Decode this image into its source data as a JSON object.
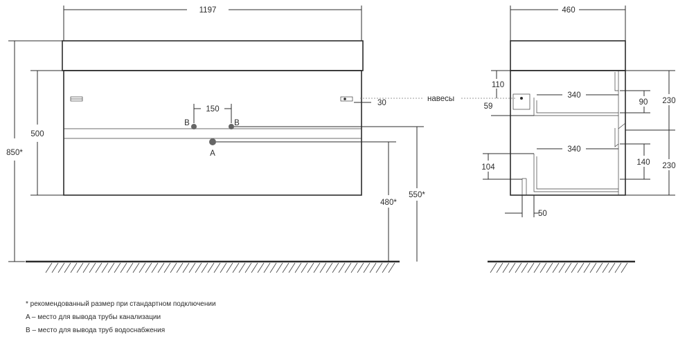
{
  "front_view": {
    "width_label": "1197",
    "total_height_label": "850*",
    "body_height_label": "500",
    "pipe_spacing_label": "150",
    "side_offset_label": "30",
    "drain_height_label": "480*",
    "water_height_label": "550*",
    "point_b_label": "B",
    "point_a_label": "A"
  },
  "side_view": {
    "depth_label": "460",
    "hinges_label": "навесы",
    "hinge_top_label": "110",
    "hinge_mid_label": "59",
    "upper_drawer_depth_label": "340",
    "lower_drawer_depth_label": "340",
    "upper_drawer_inner_height_label": "90",
    "lower_drawer_inner_height_label": "140",
    "upper_front_height_label": "230",
    "lower_front_height_label": "230",
    "lower_offset_label": "104",
    "bottom_offset_label": "50"
  },
  "notes": [
    "* рекомендованный размер при стандартном подключении",
    "A – место для вывода трубы канализации",
    "B – место для вывода труб водоснабжения"
  ],
  "colors": {
    "line": "#2b2b2b",
    "pipe_point": "#666666"
  }
}
